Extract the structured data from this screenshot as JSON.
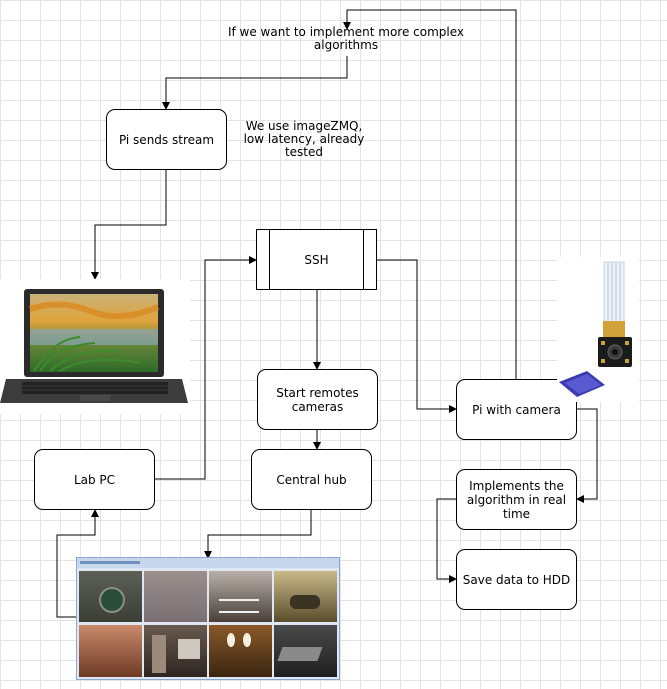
{
  "notes": {
    "complex": "If we want to implement more complex algorithms",
    "zmq": "We use imageZMQ, low latency, already tested"
  },
  "nodes": {
    "pi_stream": "Pi sends stream",
    "ssh": "SSH",
    "start_remotes": "Start remotes cameras",
    "central_hub": "Central hub",
    "lab_pc": "Lab PC",
    "pi_camera": "Pi with camera",
    "implements": "Implements the algorithm in real time",
    "save": "Save data to HDD"
  }
}
